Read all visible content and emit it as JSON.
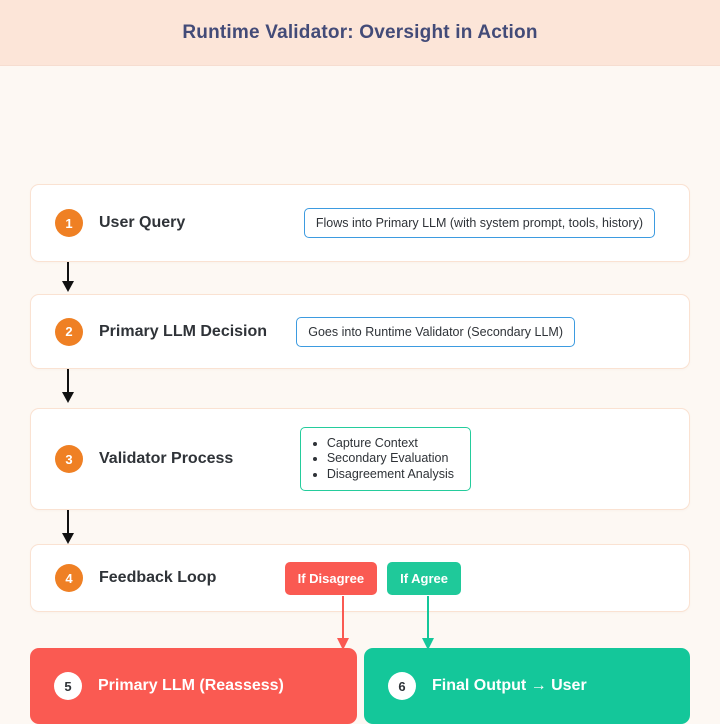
{
  "header": {
    "title": "Runtime Validator: Oversight in Action",
    "background": "#fce5d8",
    "title_color": "#434b78"
  },
  "theme": {
    "page_background": "#fdf8f3",
    "card_background": "#ffffff",
    "card_border": "#fae2d2",
    "badge_orange": "#ef8024",
    "accent_blue": "#3d9be0",
    "accent_green": "#24cc9c",
    "accent_red": "#fa5a52",
    "arrow_black": "#111111"
  },
  "steps": [
    {
      "number": "1",
      "label": "User Query",
      "slot_type": "tag-blue",
      "tag": "Flows into Primary LLM (with system prompt, tools, history)"
    },
    {
      "number": "2",
      "label": "Primary LLM Decision",
      "slot_type": "tag-blue",
      "tag": "Goes into Runtime Validator (Secondary LLM)"
    },
    {
      "number": "3",
      "label": "Validator Process",
      "slot_type": "list-green",
      "items": [
        "Capture Context",
        "Secondary Evaluation",
        "Disagreement Analysis"
      ]
    },
    {
      "number": "4",
      "label": "Feedback Loop",
      "slot_type": "pills",
      "pills": [
        {
          "text": "If Disagree",
          "color": "#fa5a52"
        },
        {
          "text": "If Agree",
          "color": "#1fc99a"
        }
      ]
    }
  ],
  "terminals": [
    {
      "number": "5",
      "label": "Primary LLM (Reassess)",
      "color": "#fa5a52"
    },
    {
      "number": "6",
      "label": "Final Output → User",
      "color": "#14c79a"
    }
  ]
}
